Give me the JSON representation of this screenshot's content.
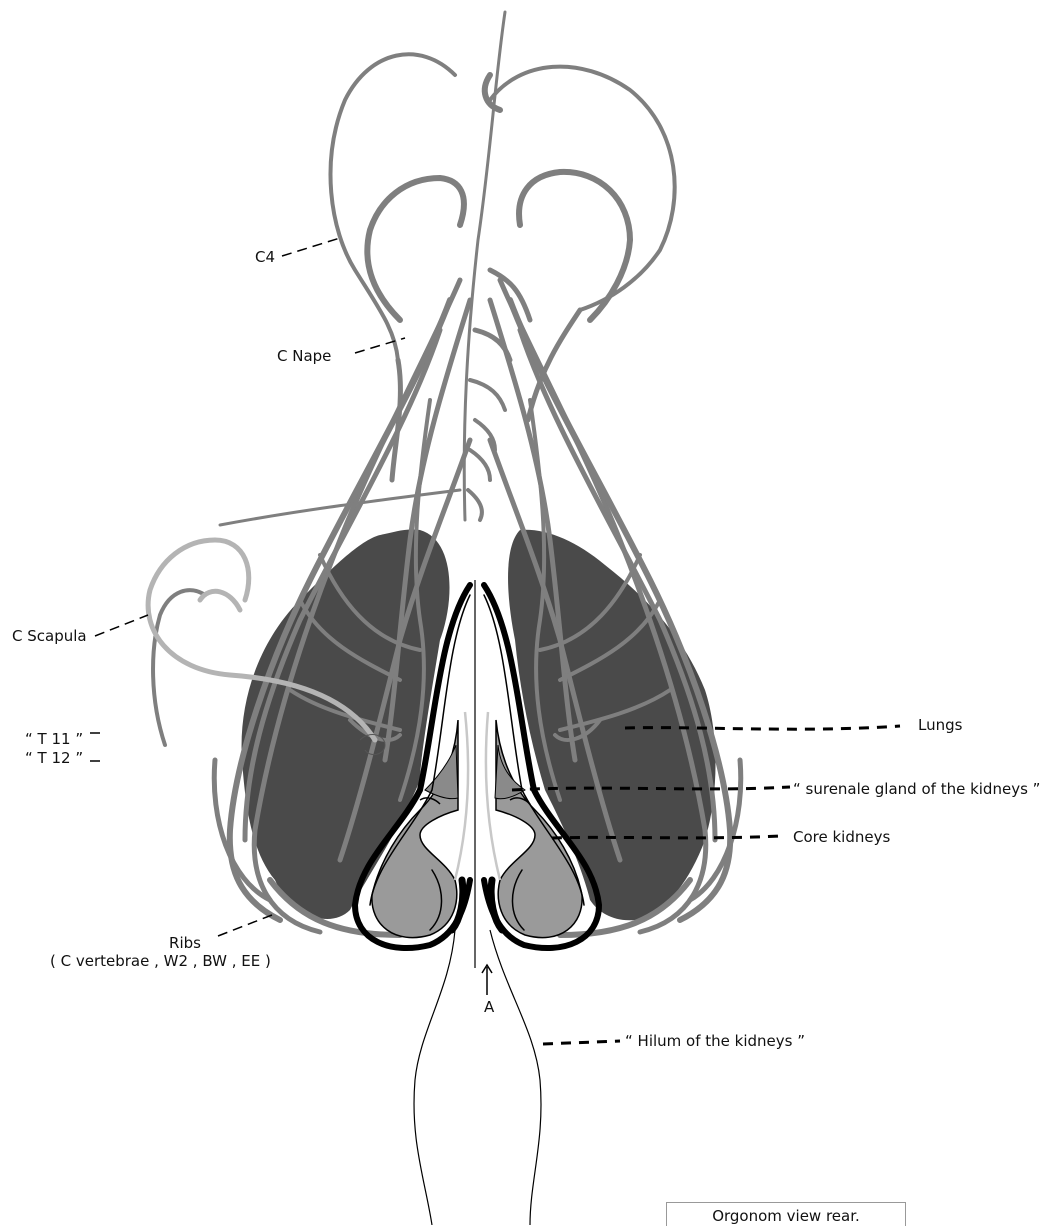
{
  "labels": {
    "c4": "C4",
    "c_nape": "C Nape",
    "c_scapula": "C Scapula",
    "t11": "“ T 11 ”",
    "t12": "“ T 12 ”",
    "ribs": "Ribs",
    "ribs_sub": "( C vertebrae , W2 , BW , EE )",
    "lungs": "Lungs",
    "surenale": "“ surenale gland of the kidneys ”",
    "core_kidneys": "Core kidneys",
    "arrow_a": "A",
    "hilum": "“ Hilum of the kidneys ”"
  },
  "caption": "Orgonom view rear.",
  "colors": {
    "lung_fill": "#4a4a4a",
    "kidney_fill": "#9a9a9a",
    "nerve_stroke": "#7f7f7f",
    "scapula_stroke": "#b4b4b4",
    "outline": "#000000"
  }
}
